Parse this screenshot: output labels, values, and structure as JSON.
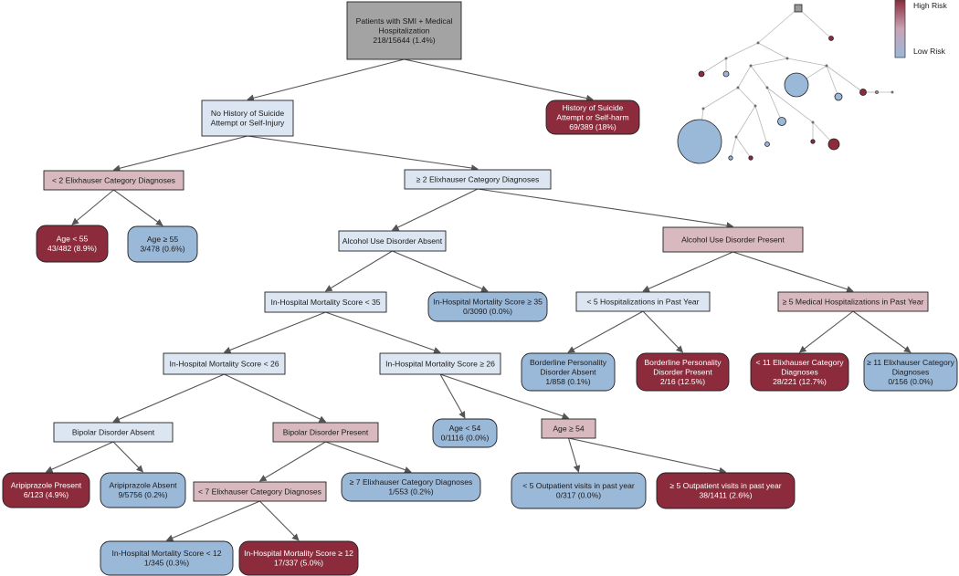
{
  "colors": {
    "high_risk": "#8c2b3c",
    "low_risk": "#9ab8d8",
    "root": "#a3a3a3",
    "light_blue": "#dce6f2",
    "light_red": "#d8b9bf",
    "edge": "#555555"
  },
  "legend": {
    "high_label": "High Risk",
    "low_label": "Low Risk"
  },
  "nodes": [
    {
      "id": "root",
      "lines": [
        "Patients with SMI + Medical",
        "Hospitalization",
        "218/15644 (1.4%)"
      ],
      "style": "root"
    },
    {
      "id": "no_suicide",
      "lines": [
        "No History of Suicide",
        "Attempt or Self-Injury"
      ],
      "style": "light_blue"
    },
    {
      "id": "suicide",
      "lines": [
        "History of Suicide",
        "Attempt or Self-harm",
        "69/389 (18%)"
      ],
      "style": "high"
    },
    {
      "id": "lt2_elix",
      "lines": [
        "< 2 Elixhauser Category Diagnoses"
      ],
      "style": "light_red"
    },
    {
      "id": "ge2_elix",
      "lines": [
        "≥ 2 Elixhauser Category Diagnoses"
      ],
      "style": "light_blue"
    },
    {
      "id": "age_lt55",
      "lines": [
        "Age < 55",
        "43/482 (8.9%)"
      ],
      "style": "high"
    },
    {
      "id": "age_ge55",
      "lines": [
        "Age ≥ 55",
        "3/478 (0.6%)"
      ],
      "style": "low"
    },
    {
      "id": "aud_absent",
      "lines": [
        "Alcohol Use Disorder Absent"
      ],
      "style": "light_blue"
    },
    {
      "id": "aud_present",
      "lines": [
        "Alcohol Use Disorder Present"
      ],
      "style": "light_red"
    },
    {
      "id": "ihm_lt35",
      "lines": [
        "In-Hospital Mortality Score < 35"
      ],
      "style": "light_blue"
    },
    {
      "id": "ihm_ge35",
      "lines": [
        "In-Hospital Mortality Score  ≥ 35",
        "0/3090 (0.0%)"
      ],
      "style": "low"
    },
    {
      "id": "hosp_lt5",
      "lines": [
        "< 5 Hospitalizations in Past Year"
      ],
      "style": "light_blue"
    },
    {
      "id": "hosp_ge5",
      "lines": [
        "≥ 5 Medical Hospitalizations in Past Year"
      ],
      "style": "light_red"
    },
    {
      "id": "ihm_lt26",
      "lines": [
        "In-Hospital Mortality Score < 26"
      ],
      "style": "light_blue"
    },
    {
      "id": "ihm_ge26",
      "lines": [
        "In-Hospital Mortality Score ≥ 26"
      ],
      "style": "light_blue"
    },
    {
      "id": "bpd_absent",
      "lines": [
        "Borderline Personality",
        "Disorder Absent",
        "1/858 (0.1%)"
      ],
      "style": "low"
    },
    {
      "id": "bpd_present",
      "lines": [
        "Borderline Personality",
        "Disorder Present",
        "2/16 (12.5%)"
      ],
      "style": "high"
    },
    {
      "id": "elix_lt11",
      "lines": [
        "< 11 Elixhauser Category",
        "Diagnoses",
        "28/221 (12.7%)"
      ],
      "style": "high"
    },
    {
      "id": "elix_ge11",
      "lines": [
        "≥ 11 Elixhauser Category",
        "Diagnoses",
        "0/156 (0.0%)"
      ],
      "style": "low"
    },
    {
      "id": "bip_absent",
      "lines": [
        "Bipolar Disorder Absent"
      ],
      "style": "light_blue"
    },
    {
      "id": "bip_present",
      "lines": [
        "Bipolar Disorder Present"
      ],
      "style": "light_red"
    },
    {
      "id": "age_lt54",
      "lines": [
        "Age < 54",
        "0/1116 (0.0%)"
      ],
      "style": "low"
    },
    {
      "id": "age_ge54",
      "lines": [
        "Age ≥ 54"
      ],
      "style": "light_red"
    },
    {
      "id": "arip_present",
      "lines": [
        "Aripiprazole Present",
        "6/123 (4.9%)"
      ],
      "style": "high"
    },
    {
      "id": "arip_absent",
      "lines": [
        "Aripiprazole Absent",
        "9/5756 (0.2%)"
      ],
      "style": "low"
    },
    {
      "id": "elix_lt7",
      "lines": [
        "< 7 Elixhauser Category Diagnoses"
      ],
      "style": "light_red"
    },
    {
      "id": "elix_ge7",
      "lines": [
        "≥ 7 Elixhauser Category Diagnoses",
        "1/553 (0.2%)"
      ],
      "style": "low"
    },
    {
      "id": "outp_lt5",
      "lines": [
        "< 5 Outpatient visits in past year",
        "0/317 (0.0%)"
      ],
      "style": "low"
    },
    {
      "id": "outp_ge5",
      "lines": [
        "≥ 5 Outpatient visits in past year",
        "38/1411 (2.6%)"
      ],
      "style": "high"
    },
    {
      "id": "ihm_lt12",
      "lines": [
        "In-Hospital Mortality Score < 12",
        "1/345 (0.3%)"
      ],
      "style": "low"
    },
    {
      "id": "ihm_ge12",
      "lines": [
        "In-Hospital Mortality Score ≥ 12",
        "17/337 (5.0%)"
      ],
      "style": "high"
    }
  ],
  "edges": [
    [
      "root",
      "no_suicide"
    ],
    [
      "root",
      "suicide"
    ],
    [
      "no_suicide",
      "lt2_elix"
    ],
    [
      "no_suicide",
      "ge2_elix"
    ],
    [
      "lt2_elix",
      "age_lt55"
    ],
    [
      "lt2_elix",
      "age_ge55"
    ],
    [
      "ge2_elix",
      "aud_absent"
    ],
    [
      "ge2_elix",
      "aud_present"
    ],
    [
      "aud_absent",
      "ihm_lt35"
    ],
    [
      "aud_absent",
      "ihm_ge35"
    ],
    [
      "aud_present",
      "hosp_lt5"
    ],
    [
      "aud_present",
      "hosp_ge5"
    ],
    [
      "ihm_lt35",
      "ihm_lt26"
    ],
    [
      "ihm_lt35",
      "ihm_ge26"
    ],
    [
      "hosp_lt5",
      "bpd_absent"
    ],
    [
      "hosp_lt5",
      "bpd_present"
    ],
    [
      "hosp_ge5",
      "elix_lt11"
    ],
    [
      "hosp_ge5",
      "elix_ge11"
    ],
    [
      "ihm_lt26",
      "bip_absent"
    ],
    [
      "ihm_lt26",
      "bip_present"
    ],
    [
      "ihm_ge26",
      "age_lt54"
    ],
    [
      "ihm_ge26",
      "age_ge54"
    ],
    [
      "bip_absent",
      "arip_present"
    ],
    [
      "bip_absent",
      "arip_absent"
    ],
    [
      "bip_present",
      "elix_lt7"
    ],
    [
      "bip_present",
      "elix_ge7"
    ],
    [
      "age_ge54",
      "outp_lt5"
    ],
    [
      "age_ge54",
      "outp_ge5"
    ],
    [
      "elix_lt7",
      "ihm_lt12"
    ],
    [
      "elix_lt7",
      "ihm_ge12"
    ]
  ]
}
